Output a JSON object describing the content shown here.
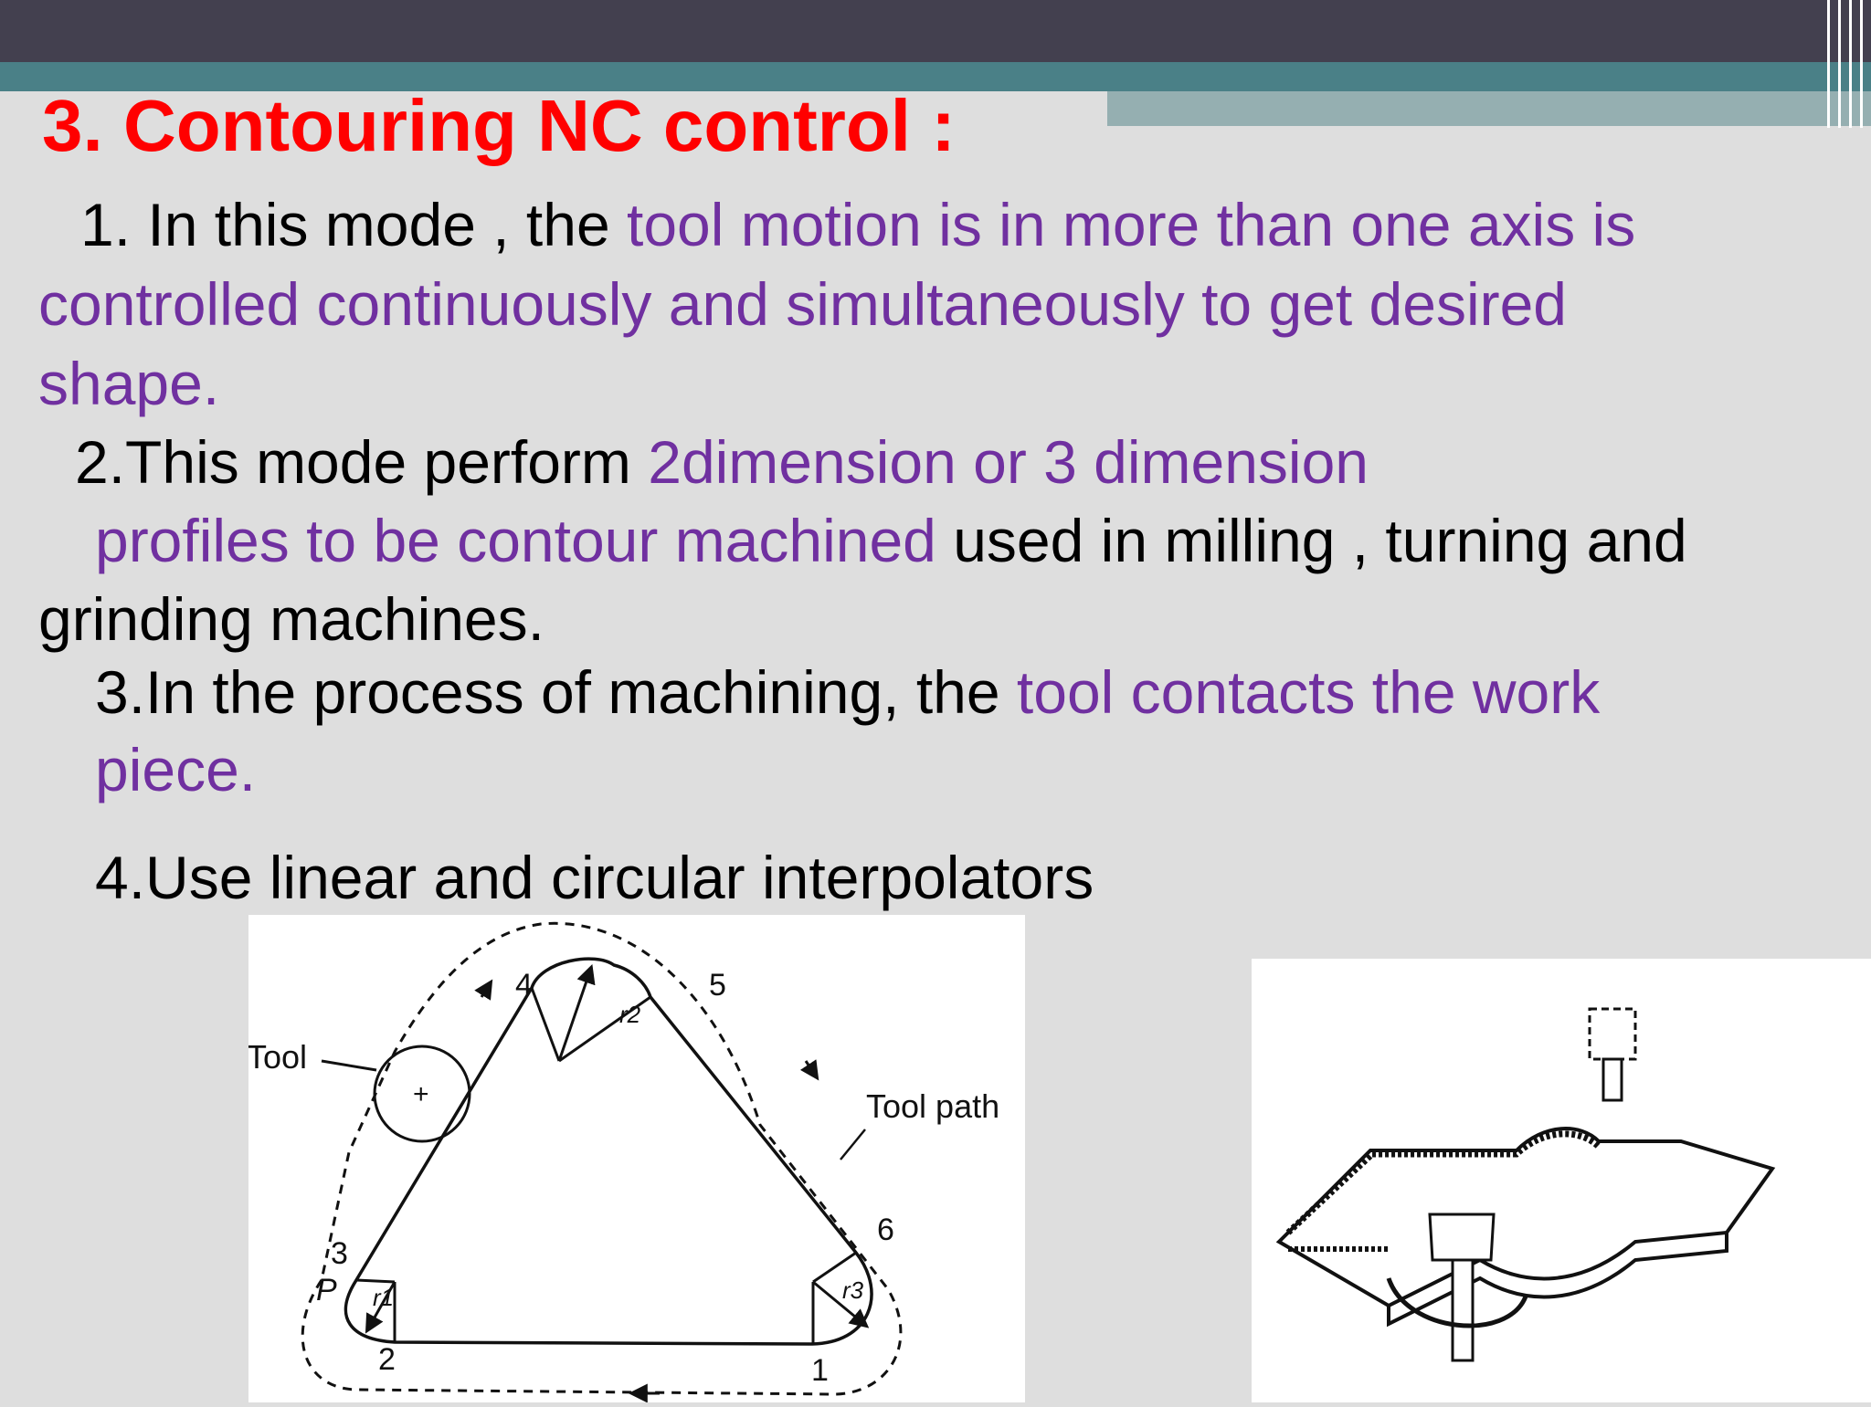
{
  "slide": {
    "title": "3. Contouring NC control :",
    "points": {
      "p1_lead": "1.  In this mode , the ",
      "p1_hl_a": "tool motion is in more than one axis  is",
      "p1_hl_b": "controlled continuously and simultaneously to get  desired",
      "p1_hl_c": "shape.",
      "p2_lead": "2.This mode perform ",
      "p2_hl_a": "2dimension  or 3 dimension",
      "p2_hl_b": "profiles to be contour machined",
      "p2_rest_b": " used in milling , turning and",
      "p2_rest_c": "grinding machines.",
      "p3_lead": "3.In the process of machining, the ",
      "p3_hl_a": "tool contacts the work",
      "p3_hl_b": "piece.",
      "p4": "4.Use linear and circular interpolators"
    }
  },
  "figure_contour": {
    "tool_label": "Tool",
    "tool_path_label": "Tool path",
    "point_labels": [
      "1",
      "2",
      "3",
      "4",
      "5",
      "6"
    ],
    "p_label": "P",
    "radius_labels": [
      "r1",
      "r2",
      "r3"
    ]
  },
  "colors": {
    "title": "#ff0000",
    "highlight": "#7030a0",
    "top_bar": "#43404f",
    "teal_bar": "#4a8087"
  }
}
